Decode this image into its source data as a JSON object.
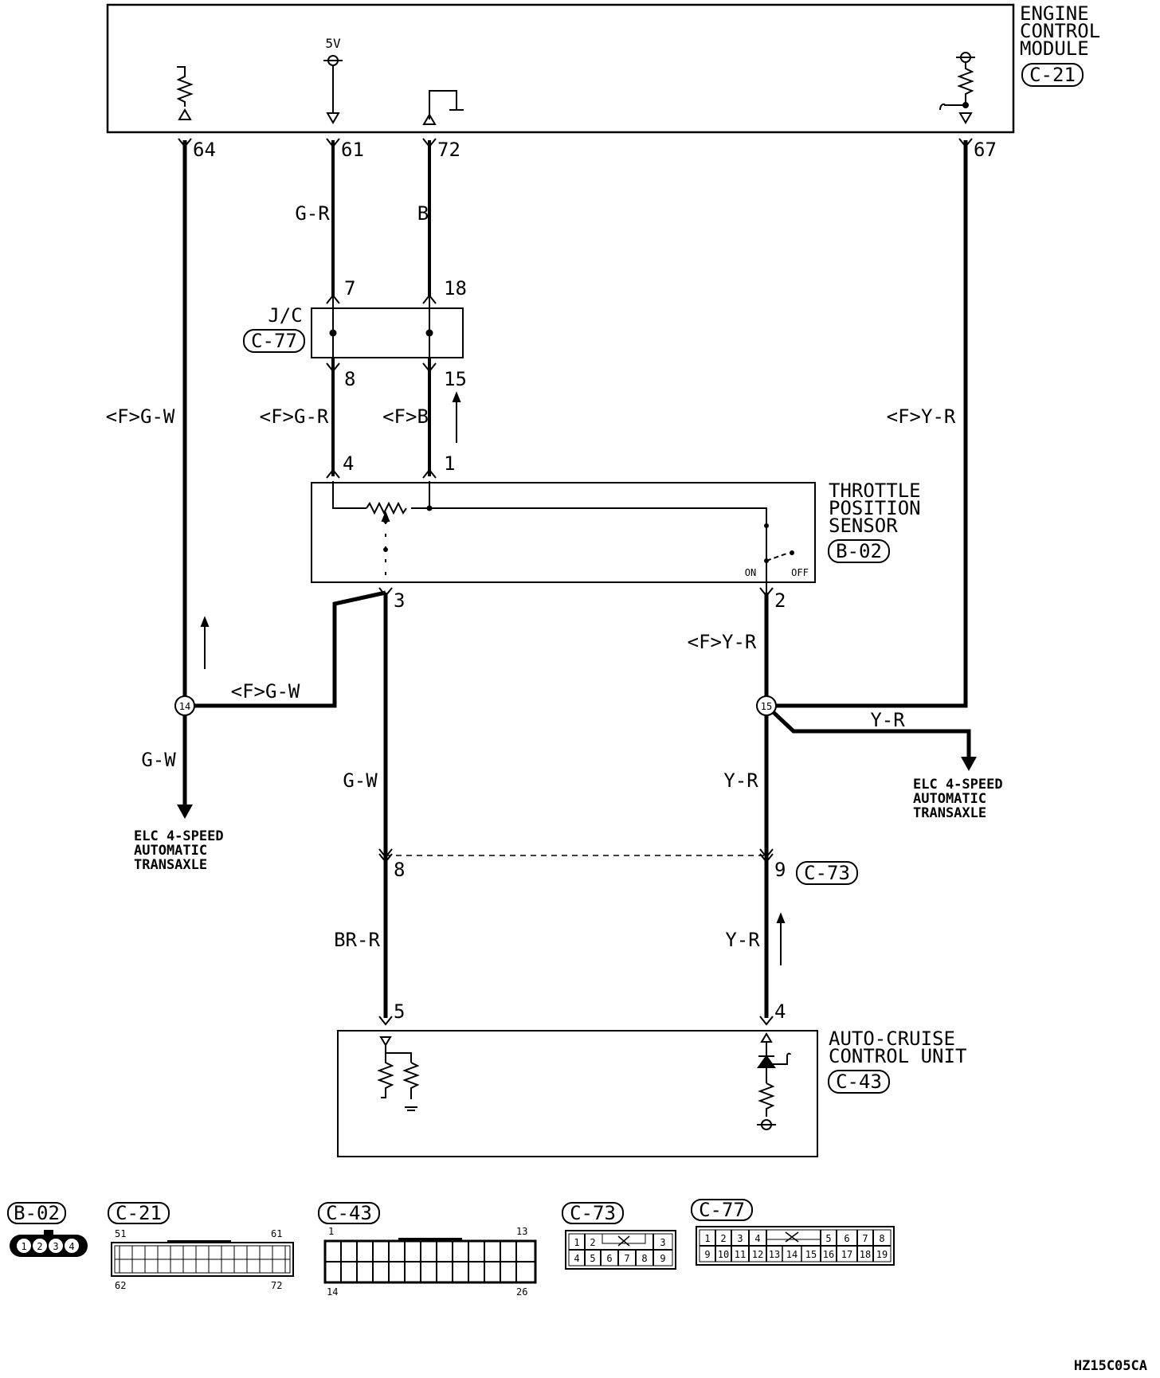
{
  "components": {
    "ecm": {
      "name": [
        "ENGINE",
        "CONTROL",
        "MODULE"
      ],
      "connector": "C-21",
      "supply_label": "5V",
      "pins": [
        "64",
        "61",
        "72",
        "67"
      ]
    },
    "jc": {
      "name": "J/C",
      "connector": "C-77",
      "pins_top": [
        "7",
        "18"
      ],
      "pins_bottom": [
        "8",
        "15"
      ]
    },
    "tps": {
      "name": [
        "THROTTLE",
        "POSITION",
        "SENSOR"
      ],
      "connector": "B-02",
      "pins_top": [
        "4",
        "1"
      ],
      "pins_bottom": [
        "3",
        "2"
      ],
      "switch_on": "ON",
      "switch_off": "OFF"
    },
    "junction_connector": {
      "connector": "C-73",
      "pins": [
        "8",
        "9"
      ]
    },
    "acc": {
      "name": [
        "AUTO-CRUISE",
        "CONTROL UNIT"
      ],
      "connector": "C-43",
      "pins": [
        "5",
        "4"
      ]
    },
    "splices": [
      "14",
      "15"
    ],
    "transaxle_left": [
      "ELC 4-SPEED",
      "AUTOMATIC",
      "TRANSAXLE"
    ],
    "transaxle_right": [
      "ELC 4-SPEED",
      "AUTOMATIC",
      "TRANSAXLE"
    ]
  },
  "wires": {
    "ecm61_jc7": "G-R",
    "ecm72_jc18": "B",
    "pin64": "<F>G-W",
    "jc8_tps4": "<F>G-R",
    "jc15_tps1": "<F>B",
    "pin67": "<F>Y-R",
    "tps3_splice14": "<F>G-W",
    "tps2_splice15": "<F>Y-R",
    "splice14_down": "G-W",
    "splice15_right": "Y-R",
    "g_w_mid": "G-W",
    "y_r_mid": "Y-R",
    "br_r": "BR-R",
    "y_r_low": "Y-R"
  },
  "connector_views": [
    {
      "code": "B-02",
      "pins": [
        "1",
        "2",
        "3",
        "4"
      ]
    },
    {
      "code": "C-21",
      "corners": [
        "51",
        "61",
        "62",
        "72"
      ]
    },
    {
      "code": "C-43",
      "corners": [
        "1",
        "13",
        "14",
        "26"
      ]
    },
    {
      "code": "C-73",
      "top": [
        "1",
        "2",
        "3"
      ],
      "bottom": [
        "4",
        "5",
        "6",
        "7",
        "8",
        "9"
      ]
    },
    {
      "code": "C-77",
      "top": [
        "1",
        "2",
        "3",
        "4",
        "5",
        "6",
        "7",
        "8"
      ],
      "bottom": [
        "9",
        "10",
        "11",
        "12",
        "13",
        "14",
        "15",
        "16",
        "17",
        "18",
        "19"
      ]
    }
  ],
  "footer_code": "HZ15C05CA"
}
